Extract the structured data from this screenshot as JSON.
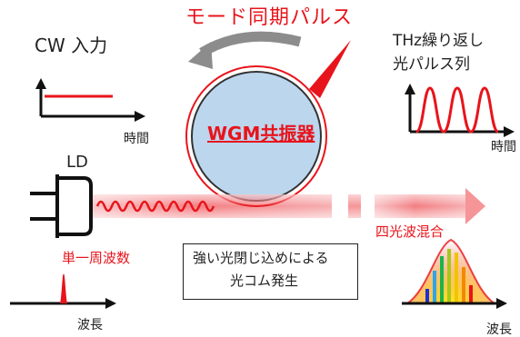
{
  "title": "モード同期パルス",
  "cw_input": "CW 入力",
  "thz_line1": "THz繰り返し",
  "thz_line2": "光パルス列",
  "time_label_left": "時間",
  "time_label_right": "時間",
  "ld_label": "LD",
  "resonator_label": "WGM共振器",
  "four_wave_mixing": "四光波混合",
  "single_frequency": "単一周波数",
  "wavelength_left": "波長",
  "wavelength_right": "波長",
  "box_line1": "強い光閉じ込めによる",
  "box_line2": "光コム発生",
  "colors": {
    "accent_red": "#e8141b",
    "resonator_fill": "#bcd6ee",
    "arrow_gray": "#8c8c8c",
    "comb_lines": [
      "#1c2fd8",
      "#2ea5e6",
      "#1db34b",
      "#a6c81a",
      "#f2c400",
      "#f28a00",
      "#e8141b"
    ]
  }
}
